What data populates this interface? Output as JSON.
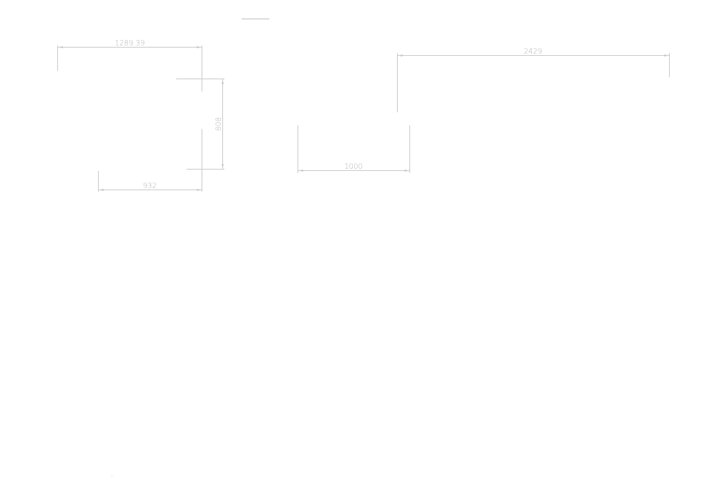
{
  "drawing": {
    "line_color": "#c8c8c8",
    "text_color": "#b4b4b4",
    "background": "#ffffff"
  },
  "dimensions": {
    "top_left_width": "1289.39",
    "right_height": "808",
    "bottom_left_width": "932",
    "middle_width": "1000",
    "top_right_width": "2429"
  }
}
